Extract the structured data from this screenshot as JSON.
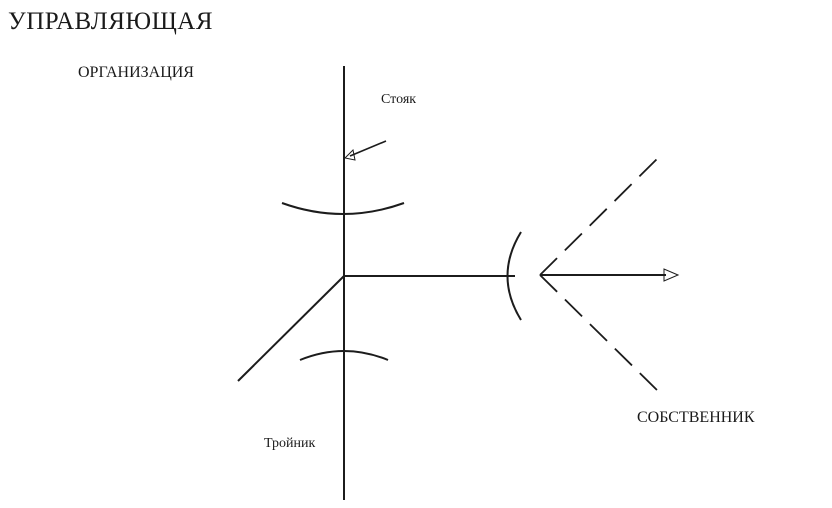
{
  "title": {
    "line1": "УПРАВЛЯЮЩАЯ",
    "line2": "ОРГАНИЗАЦИЯ"
  },
  "labels": {
    "riser": "Стояк",
    "tee": "Тройник",
    "owner": "СОБСТВЕННИК"
  },
  "colors": {
    "stroke": "#1c1c1c",
    "background": "#ffffff"
  }
}
